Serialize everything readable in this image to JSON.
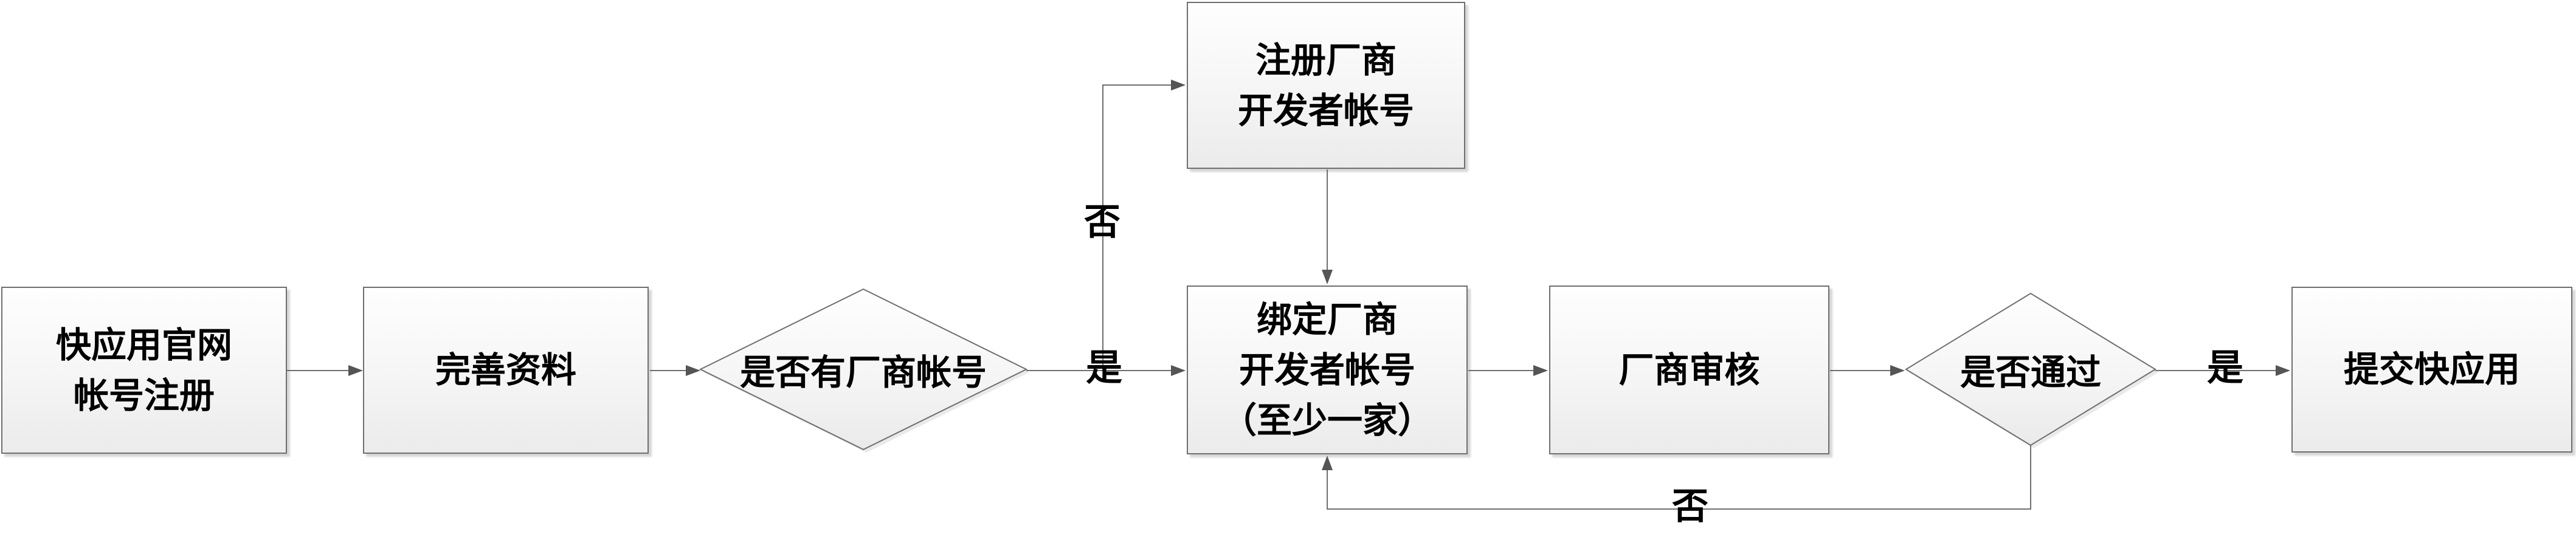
{
  "flowchart": {
    "colors": {
      "background": "#ffffff",
      "node_fill_top": "#fefefe",
      "node_fill_bottom": "#ebebeb",
      "node_border": "#6f6f6f",
      "connector": "#6f6f6f",
      "text": "#000000"
    },
    "nodes": {
      "start": {
        "shape": "rectangle",
        "lines": [
          "快应用官网",
          "帐号注册"
        ]
      },
      "complete_profile": {
        "shape": "rectangle",
        "lines": [
          "完善资料"
        ]
      },
      "has_vendor_account": {
        "shape": "diamond",
        "label": "是否有厂商帐号"
      },
      "register_vendor_dev": {
        "shape": "rectangle",
        "lines": [
          "注册厂商",
          "开发者帐号"
        ]
      },
      "bind_vendor_dev": {
        "shape": "rectangle",
        "lines": [
          "绑定厂商",
          "开发者帐号",
          "（至少一家）"
        ]
      },
      "vendor_review": {
        "shape": "rectangle",
        "lines": [
          "厂商审核"
        ]
      },
      "is_passed": {
        "shape": "diamond",
        "label": "是否通过"
      },
      "submit_quick_app": {
        "shape": "rectangle",
        "lines": [
          "提交快应用"
        ]
      }
    },
    "edge_labels": {
      "no_to_register": "否",
      "yes_to_bind": "是",
      "yes_to_submit": "是",
      "no_to_rebind": "否"
    }
  }
}
